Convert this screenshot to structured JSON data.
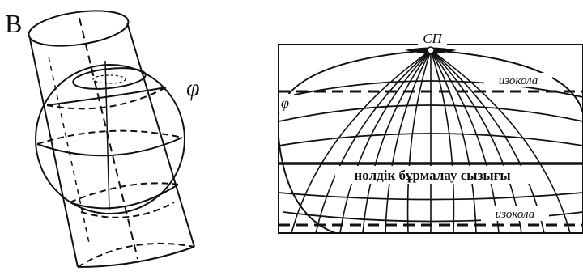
{
  "figure": {
    "panel_letter": "B",
    "phi_label": "φ"
  },
  "map": {
    "pole_label": "СП",
    "isocol_top_label": "изокола",
    "isocol_bottom_label": "изокола",
    "phi_label": "φ",
    "zero_line_label": "нөлдік бұрмалау сызығы"
  }
}
